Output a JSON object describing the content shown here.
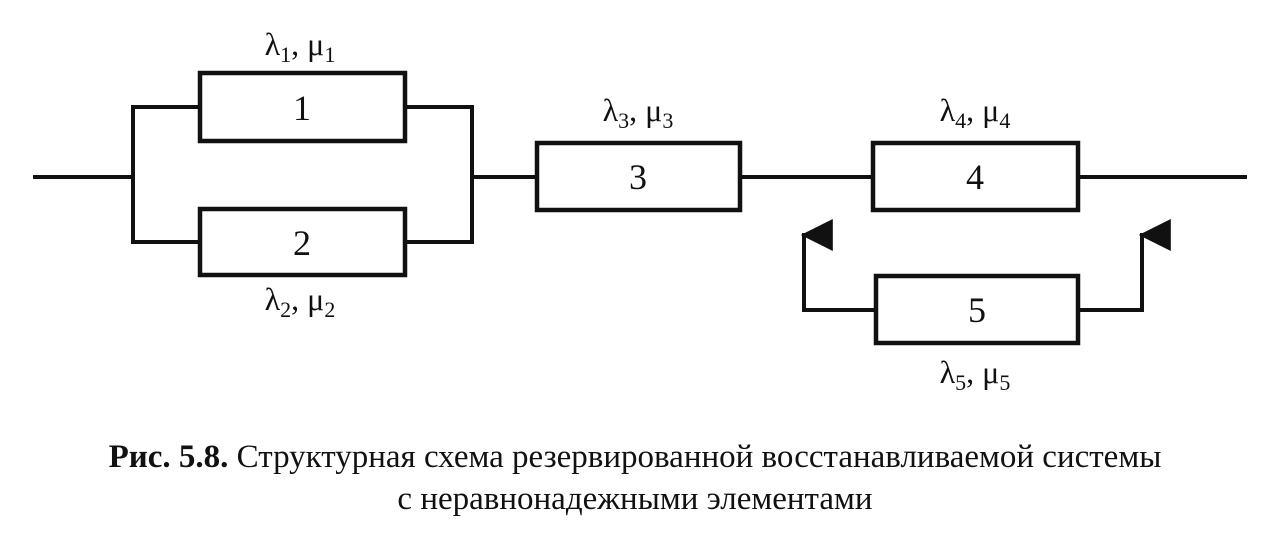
{
  "diagram": {
    "elements": [
      {
        "id": "1",
        "label": "1",
        "param_a": "λ",
        "param_a_sub": "1",
        "param_b": "μ",
        "param_b_sub": "1"
      },
      {
        "id": "2",
        "label": "2",
        "param_a": "λ",
        "param_a_sub": "2",
        "param_b": "μ",
        "param_b_sub": "2"
      },
      {
        "id": "3",
        "label": "3",
        "param_a": "λ",
        "param_a_sub": "3",
        "param_b": "μ",
        "param_b_sub": "3"
      },
      {
        "id": "4",
        "label": "4",
        "param_a": "λ",
        "param_a_sub": "4",
        "param_b": "μ",
        "param_b_sub": "4"
      },
      {
        "id": "5",
        "label": "5",
        "param_a": "λ",
        "param_a_sub": "5",
        "param_b": "μ",
        "param_b_sub": "5"
      }
    ],
    "separator": ", "
  },
  "caption": {
    "figure_label": "Рис. 5.8.",
    "line1": "Структурная схема резервированной восстанавливаемой системы",
    "line2": "с неравнонадежными элементами"
  }
}
